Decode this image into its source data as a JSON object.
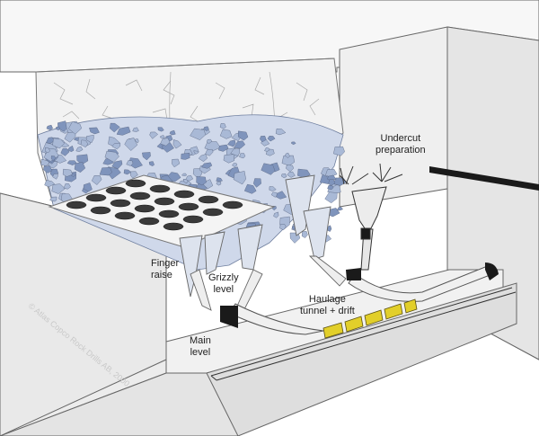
{
  "labels": {
    "undercut": [
      "Undercut",
      "preparation"
    ],
    "finger": [
      "Finger",
      "raise"
    ],
    "grizzly": [
      "Grizzly",
      "level"
    ],
    "haulage": [
      "Haulage",
      "tunnel + drift"
    ],
    "main": [
      "Main",
      "level"
    ]
  },
  "copyright": "© Atlas Copco Rock Drills AB, 2000",
  "colors": {
    "rock_block": "#a9b9d6",
    "rock_block_dark": "#7f94bc",
    "cut_face": "#f3f3f3",
    "outline": "#555555",
    "train": "#e2cf2a",
    "tunnel_portal": "#1a1a1a"
  }
}
